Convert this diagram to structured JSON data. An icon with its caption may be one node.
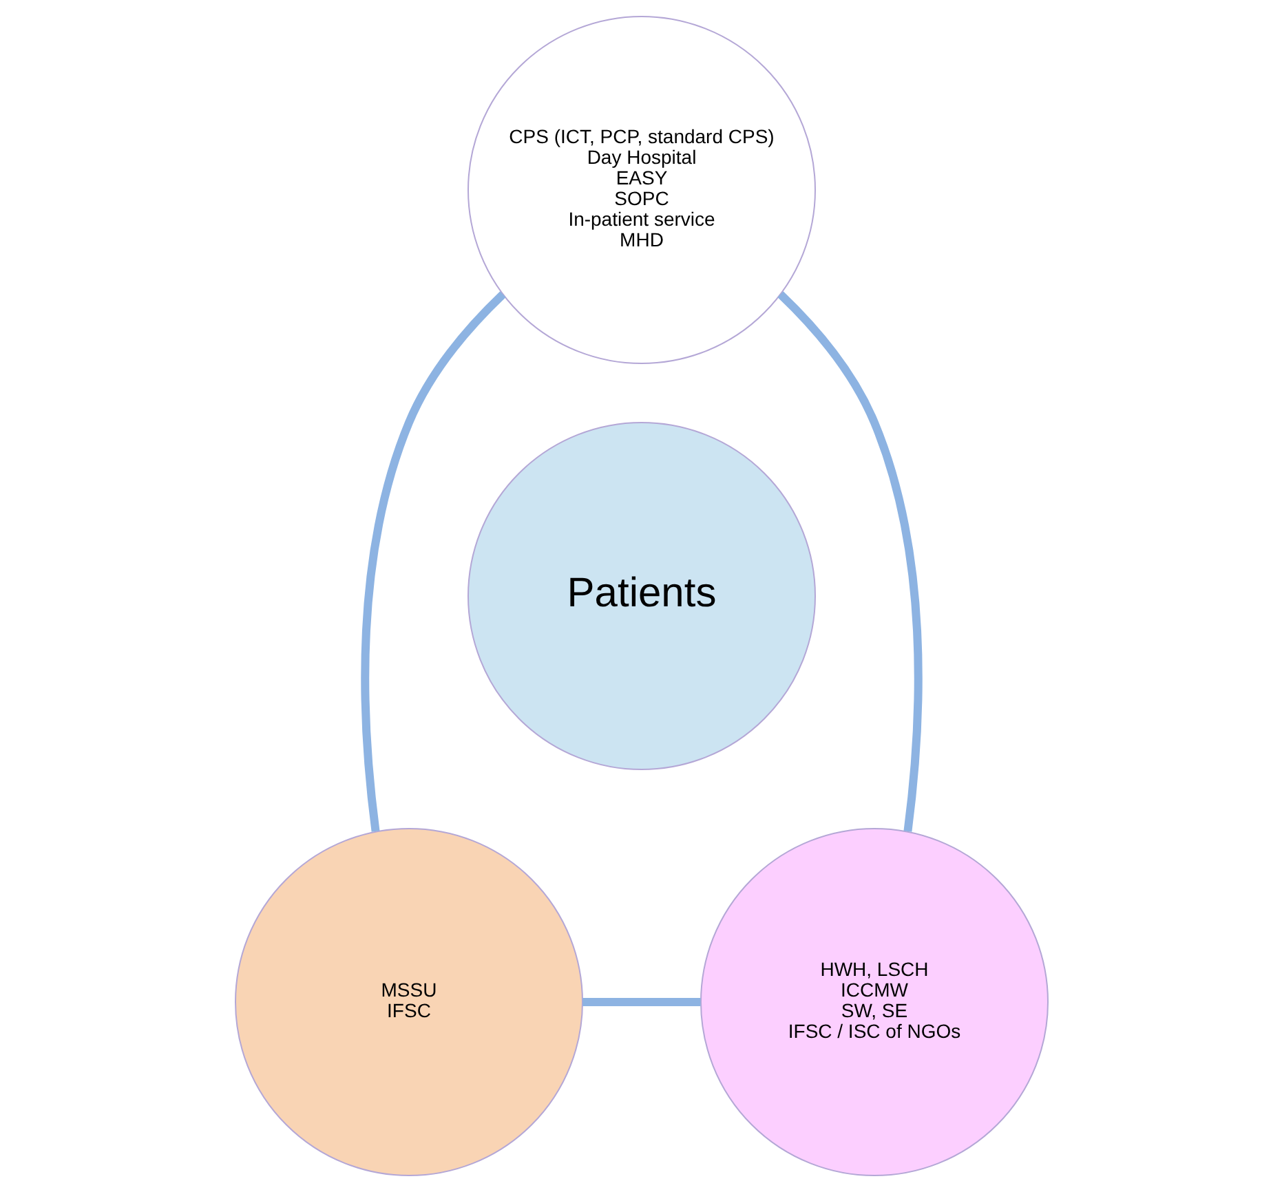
{
  "diagram": {
    "nodes": [
      {
        "text": [
          "CPS (ICT, PCP, standard CPS)",
          "Day Hospital",
          "EASY",
          "SOPC",
          "In-patient service",
          "MHD"
        ]
      },
      {
        "text": [
          "Patients"
        ]
      },
      {
        "text": [
          "MSSU",
          "IFSC"
        ]
      },
      {
        "text": [
          "HWH, LSCH",
          "ICCMW",
          "SW, SE",
          "IFSC / ISC of NGOs"
        ]
      }
    ],
    "edges": [
      {
        "from": 0,
        "to": 2,
        "arrow": "none"
      },
      {
        "from": 0,
        "to": 3,
        "arrow": "none"
      },
      {
        "from": 2,
        "to": 3,
        "arrow": "none"
      }
    ]
  }
}
